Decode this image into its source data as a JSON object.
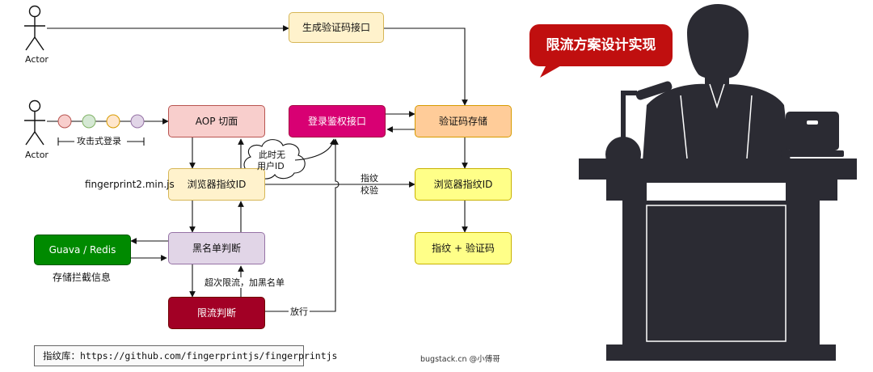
{
  "actors": {
    "top": "Actor",
    "bottom": "Actor"
  },
  "attack_login": "攻击式登录",
  "nodes": {
    "gen_captcha": "生成验证码接口",
    "aop": "AOP 切面",
    "login_auth": "登录鉴权接口",
    "captcha_store": "验证码存储",
    "browser_fp_left": "浏览器指纹ID",
    "browser_fp_right": "浏览器指纹ID",
    "blacklist": "黑名单判断",
    "guava_redis": "Guava / Redis",
    "fp_captcha": "指纹 + 验证码",
    "rate_limit": "限流判断"
  },
  "labels": {
    "no_user_id_line1": "此时无",
    "no_user_id_line2": "用户ID",
    "fingerprint_js": "fingerprint2.min.js",
    "fp_check_line1": "指纹",
    "fp_check_line2": "校验",
    "store_intercept": "存储拦截信息",
    "over_limit": "超次限流，加黑名单",
    "pass": "放行"
  },
  "footnote": "指纹库：https://github.com/fingerprintjs/fingerprintjs",
  "credit": "bugstack.cn @小傅哥",
  "illustration": {
    "banner": "限流方案设计实现",
    "icons": [
      "speaker-podium",
      "microphone",
      "laptop-icon"
    ]
  },
  "colors": {
    "aop_fill": "#f8cecc",
    "aop_border": "#b85450",
    "login_fill": "#d80073",
    "login_border": "#a50040",
    "store_fill": "#ffcc99",
    "store_border": "#d79b00",
    "yellow_fill": "#fff2cc",
    "yellow_border": "#d6b656",
    "bright_yellow_fill": "#ffff88",
    "bright_yellow_border": "#c9b200",
    "purple_fill": "#e1d5e7",
    "purple_border": "#9673a6",
    "green_fill": "#008a00",
    "green_border": "#005700",
    "red_fill": "#a20025",
    "red_border": "#6f0000",
    "banner_red": "#c00f0f",
    "silhouette": "#2b2b33"
  }
}
